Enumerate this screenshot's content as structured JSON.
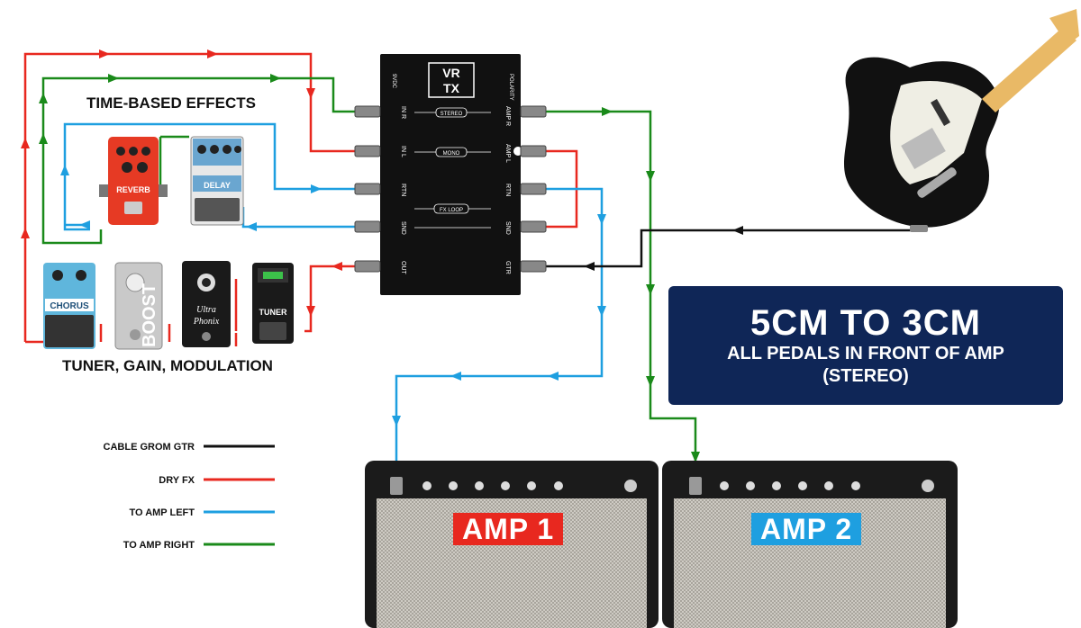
{
  "banner": {
    "title": "5CM TO 3CM",
    "line2": "ALL PEDALS IN FRONT OF AMP",
    "line3": "(STEREO)",
    "bg": "#0f2657"
  },
  "groups": {
    "time_based": "TIME-BASED EFFECTS",
    "tuner_gain_mod": "TUNER, GAIN, MODULATION"
  },
  "pedals": {
    "reverb": "REVERB",
    "delay": "DELAY",
    "chorus": "CHORUS",
    "boost": "BOOST",
    "ultra": "Ultra",
    "phonix": "Phonix",
    "tuner": "TUNER"
  },
  "vrtx": {
    "logo_top": "VR",
    "logo_bottom": "TX",
    "left_labels": [
      "IN R",
      "IN L",
      "RTN",
      "SND",
      "OUT"
    ],
    "right_labels": [
      "AMP R",
      "AMP L",
      "RTN",
      "SND",
      "GTR"
    ],
    "center_labels": [
      "STEREO",
      "MONO",
      "FX LOOP"
    ],
    "polarity": "POLARITY",
    "dc": "9VDC"
  },
  "amps": [
    {
      "label": "AMP 1",
      "color": "#e8281f"
    },
    {
      "label": "AMP 2",
      "color": "#1e9fe0"
    }
  ],
  "legend": [
    {
      "label": "CABLE GROM GTR",
      "color": "#111111"
    },
    {
      "label": "DRY FX",
      "color": "#e8281f"
    },
    {
      "label": "TO AMP LEFT",
      "color": "#1e9fe0"
    },
    {
      "label": "TO AMP RIGHT",
      "color": "#1a8a1a"
    }
  ],
  "colors": {
    "red": "#e8281f",
    "blue": "#1e9fe0",
    "green": "#1a8a1a",
    "black": "#111111"
  }
}
